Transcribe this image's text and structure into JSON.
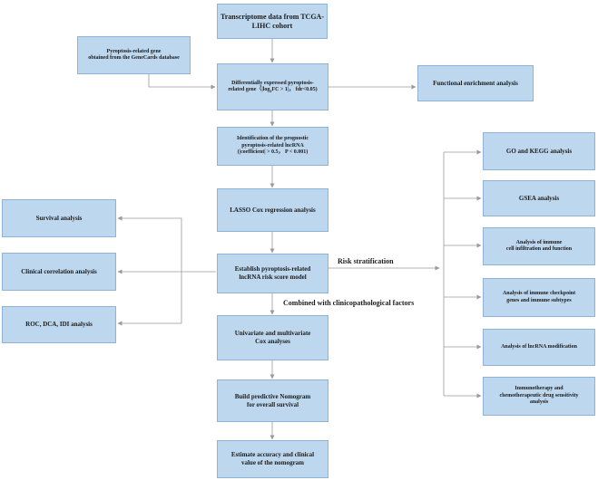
{
  "nodes": {
    "tcga": [
      "Transcriptome data from TCGA-",
      "LIHC cohort"
    ],
    "genecards": [
      "Pyroptosis-related gene",
      "obtained from the GeneCards database"
    ],
    "deg": {
      "line1": "Differentially expressed  pyroptosis-",
      "line2_pre": "related gene（|log",
      "line2_sub": "2",
      "line2_post": "FC > 1|， fdr<0.05)"
    },
    "functional": "Functional enrichment analysis",
    "prognostic": [
      "Identification of the prognostic",
      "pyroptosis-related lncRNA",
      "(|coefficient| > 0.5， P < 0.001)"
    ],
    "lasso": "LASSO Cox regression analysis",
    "model": [
      "Establish pyroptosis-related",
      "lncRNA risk score model"
    ],
    "univariate": [
      "Univariate and multivariate",
      "Cox analyses"
    ],
    "nomogram": [
      "Build predictive Nomogram",
      "for overall survival"
    ],
    "estimate": [
      "Estimate accuracy and clinical",
      "value of the nomogram"
    ],
    "survival": "Survival analysis",
    "clinical": "Clinical correlation analysis",
    "roc": "ROC, DCA, IDI analysis",
    "go": "GO and KEGG analysis",
    "gsea": "GSEA analysis",
    "immune_cell": [
      "Analysis of immune",
      "cell infiltration and function"
    ],
    "checkpoint": [
      "Analysis of immune checkpoint",
      "genes and immune subtypes"
    ],
    "lncrna_mod": "Analysis of  lncRNA modification",
    "immunotherapy": [
      "Immunotherapy and",
      "chemotherapeutic drug sensitivity",
      "analysis"
    ]
  },
  "labels": {
    "risk": "Risk stratification",
    "combined": "Combined with clinicopathological factors"
  },
  "colors": {
    "box_fill": "#bdd7ee",
    "box_border": "#8fb3d6",
    "connector": "#9a9a9a"
  }
}
